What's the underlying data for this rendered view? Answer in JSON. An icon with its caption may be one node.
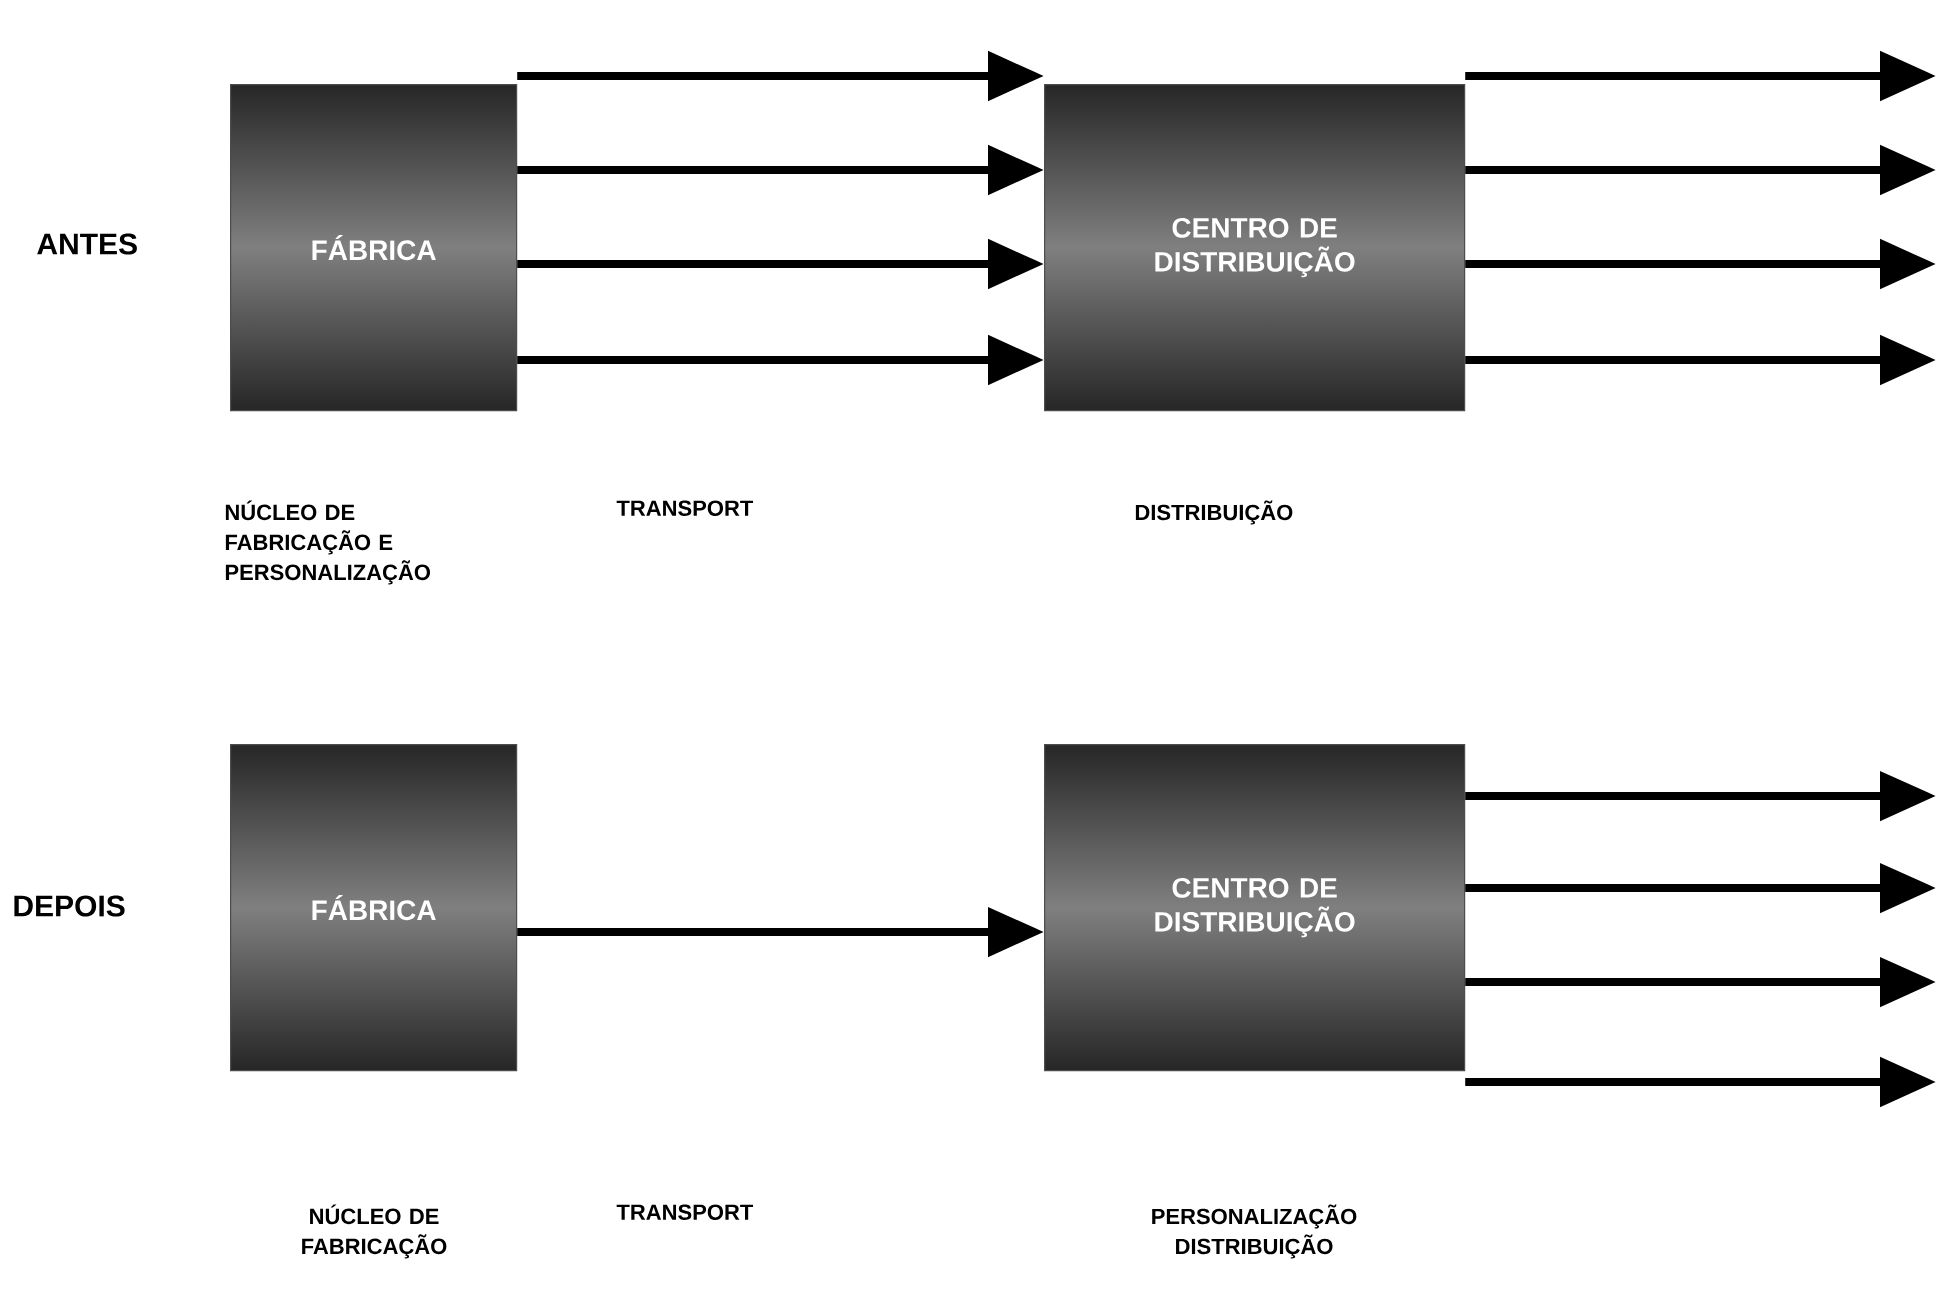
{
  "diagram": {
    "nodes": [
      {
        "text": [
          "FÁBRICA"
        ]
      },
      {
        "text": [
          "CENTRO DE DISTRIBUIÇÃO"
        ]
      },
      {
        "text": [
          "FÁBRICA"
        ]
      },
      {
        "text": [
          "CENTRO DE DISTRIBUIÇÃO"
        ]
      }
    ],
    "edges": [
      {
        "from": 0,
        "to": 1,
        "arrow": "to"
      },
      {
        "from": 0,
        "to": 1,
        "arrow": "to"
      },
      {
        "from": 0,
        "to": 1,
        "arrow": "to"
      },
      {
        "from": 0,
        "to": 1,
        "arrow": "to"
      },
      {
        "from": 1,
        "to": null,
        "arrow": "to"
      },
      {
        "from": 1,
        "to": null,
        "arrow": "to"
      },
      {
        "from": 1,
        "to": null,
        "arrow": "to"
      },
      {
        "from": 1,
        "to": null,
        "arrow": "to"
      },
      {
        "from": 2,
        "to": 3,
        "arrow": "to"
      },
      {
        "from": 3,
        "to": null,
        "arrow": "to"
      },
      {
        "from": 3,
        "to": null,
        "arrow": "to"
      },
      {
        "from": 3,
        "to": null,
        "arrow": "to"
      },
      {
        "from": 3,
        "to": null,
        "arrow": "to"
      }
    ],
    "labels": [
      "ANTES",
      "NÚCLEO DE FABRICAÇÃO E PERSONALIZAÇÃO",
      "TRANSPORT",
      "DISTRIBUIÇÃO",
      "DEPOIS",
      "NÚCLEO DE FABRICAÇÃO",
      "TRANSPORT",
      "PERSONALIZAÇÃO DISTRIBUIÇÃO"
    ]
  }
}
